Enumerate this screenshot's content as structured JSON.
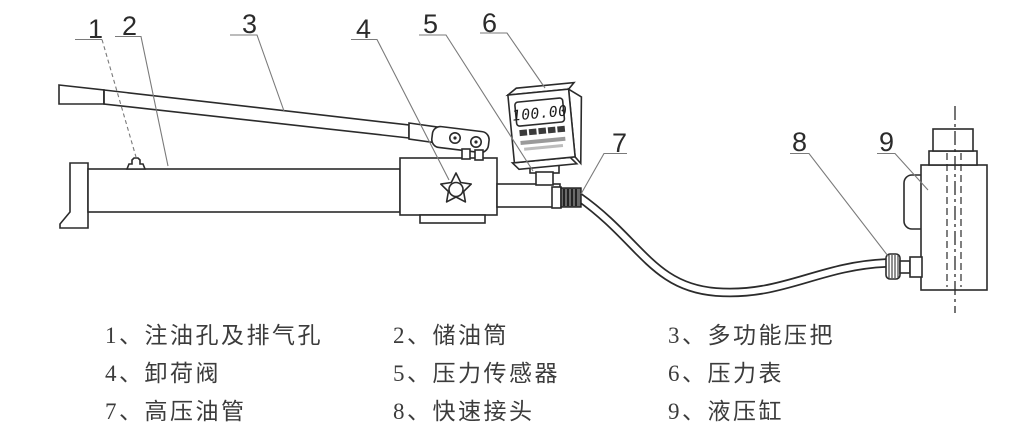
{
  "gauge": {
    "display_value": "100.00"
  },
  "callouts": [
    "1",
    "2",
    "3",
    "4",
    "5",
    "6",
    "7",
    "8",
    "9"
  ],
  "legend": {
    "items": [
      {
        "text": "1、注油孔及排气孔"
      },
      {
        "text": "2、储油筒"
      },
      {
        "text": "3、多功能压把"
      },
      {
        "text": "4、卸荷阀"
      },
      {
        "text": "5、压力传感器"
      },
      {
        "text": "6、压力表"
      },
      {
        "text": "7、高压油管"
      },
      {
        "text": "8、快速接头"
      },
      {
        "text": "9、液压缸"
      }
    ]
  },
  "colors": {
    "line": "#2b2b2b",
    "leader": "#7a7a7a",
    "background": "#ffffff"
  }
}
